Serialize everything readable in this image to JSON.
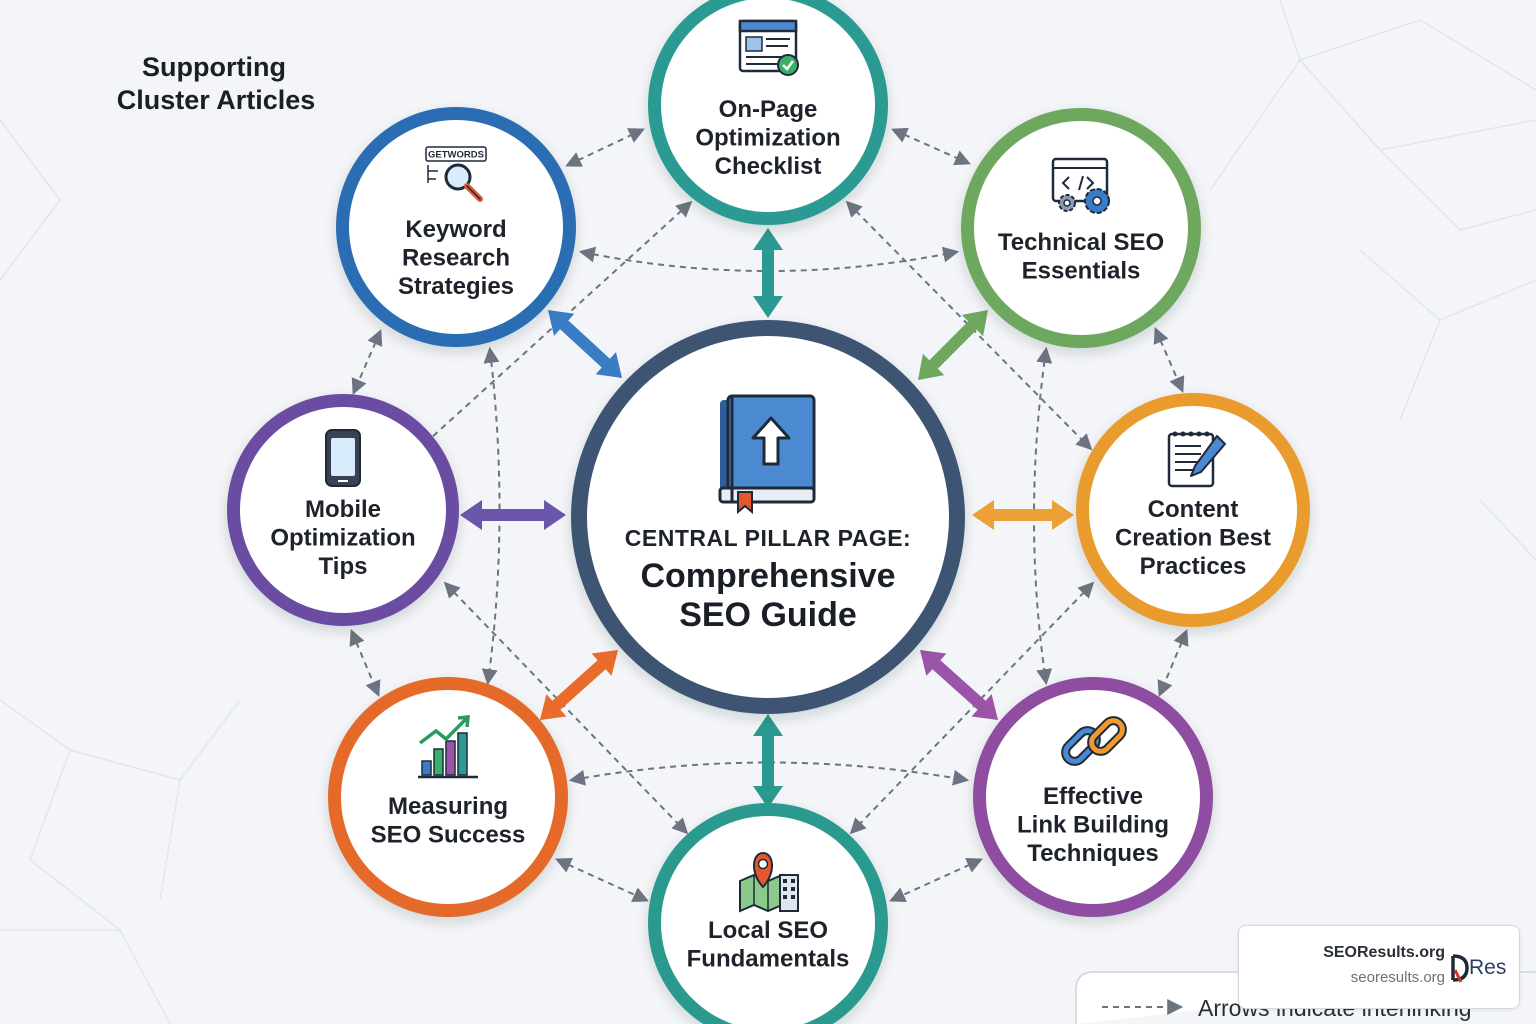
{
  "heading": {
    "line1": "Supporting",
    "line2": "Cluster Articles"
  },
  "pillar": {
    "eyebrow": "CENTRAL PILLAR PAGE:",
    "title_line1": "Comprehensive",
    "title_line2": "SEO Guide",
    "icon": "book-upload-icon",
    "color": "#3d5573"
  },
  "nodes": [
    {
      "id": "onpage",
      "lines": [
        "On-Page",
        "Optimization",
        "Checklist"
      ],
      "icon": "browser-checklist-icon",
      "color": "#2a9a92",
      "arrow_color": "#2a9a92"
    },
    {
      "id": "technical",
      "lines": [
        "Technical SEO",
        "Essentials"
      ],
      "icon": "code-gear-icon",
      "color": "#6ea85e",
      "arrow_color": "#6ea85e"
    },
    {
      "id": "content",
      "lines": [
        "Content",
        "Creation Best",
        "Practices"
      ],
      "icon": "notepad-pencil-icon",
      "color": "#e99b2e",
      "arrow_color": "#eba135"
    },
    {
      "id": "linkbuilding",
      "lines": [
        "Effective",
        "Link Building",
        "Techniques"
      ],
      "icon": "chain-link-icon",
      "color": "#8e4ea0",
      "arrow_color": "#9a54a8"
    },
    {
      "id": "local",
      "lines": [
        "Local SEO",
        "Fundamentals"
      ],
      "icon": "map-pin-icon",
      "color": "#2a9a8e",
      "arrow_color": "#2a9a8e"
    },
    {
      "id": "measuring",
      "lines": [
        "Measuring",
        "SEO Success"
      ],
      "icon": "growth-chart-icon",
      "color": "#e56a2a",
      "arrow_color": "#e96c2c"
    },
    {
      "id": "mobile",
      "lines": [
        "Mobile",
        "Optimization",
        "Tips"
      ],
      "icon": "smartphone-icon",
      "color": "#6a4ea3",
      "arrow_color": "#6a56ab"
    },
    {
      "id": "keyword",
      "lines": [
        "Keyword",
        "Research",
        "Strategies"
      ],
      "icon": "keyword-search-icon",
      "color": "#2b6db3",
      "arrow_color": "#3a7dc4"
    }
  ],
  "keyword_icon_text": "GETWORDS",
  "legend": {
    "text": "Arrows indicate interlinking"
  },
  "badge": {
    "name": "SEOResults.org",
    "domain": "seoresults.org",
    "logo_text": "Res",
    "accent": "#d8322a"
  }
}
